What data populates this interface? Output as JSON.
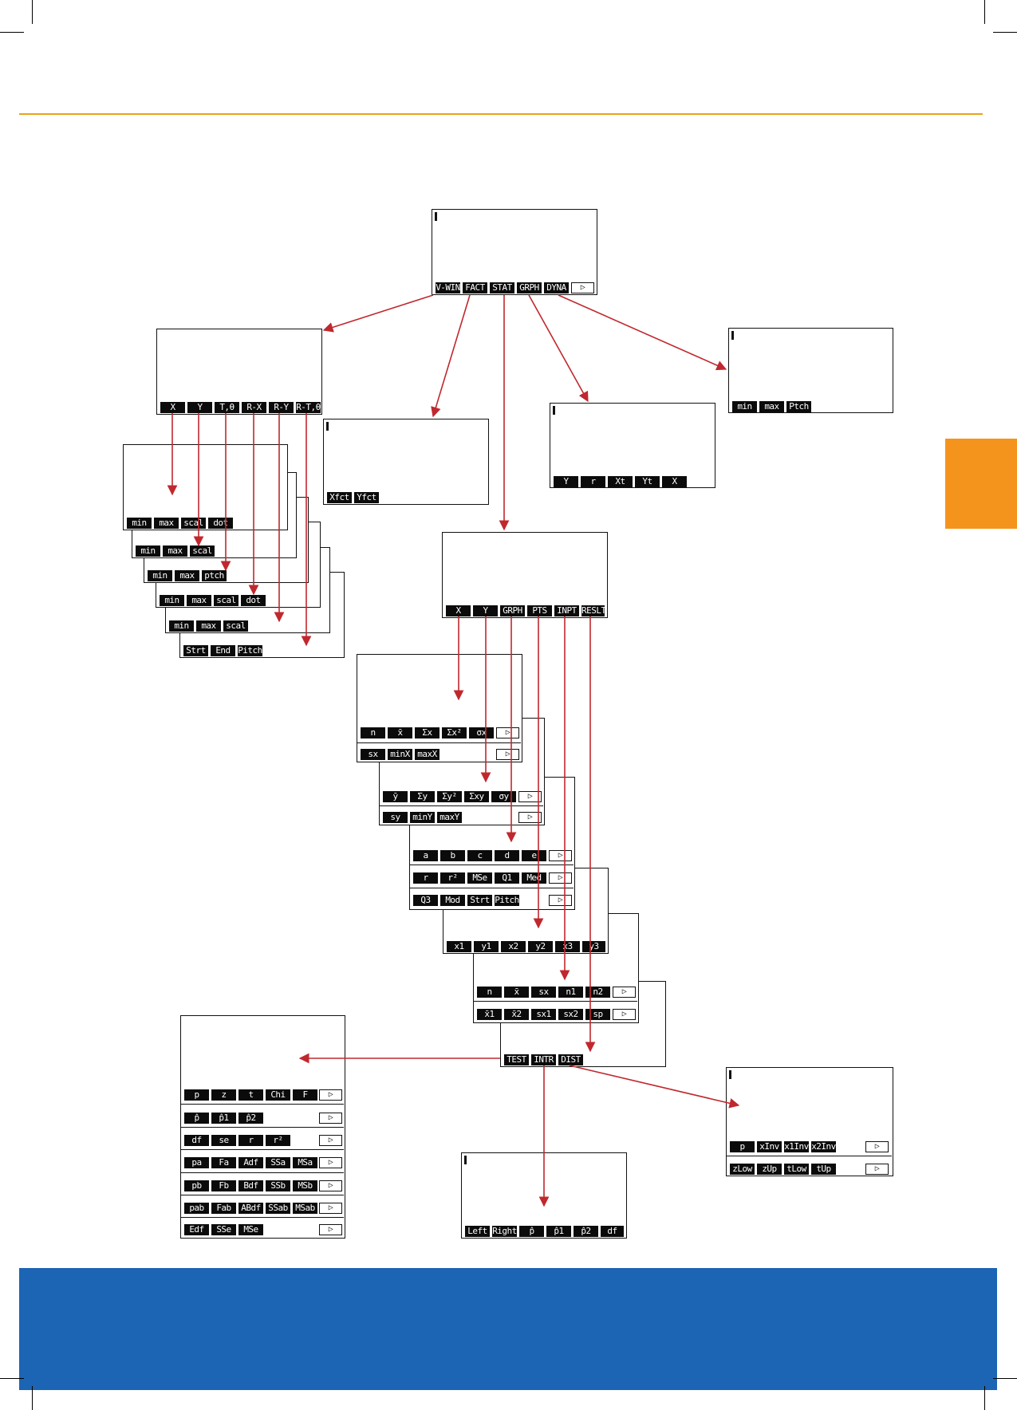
{
  "colors": {
    "accent_line": "#e8a317",
    "side_tab": "#f4941c",
    "footer": "#1c64b4",
    "arrow": "#c0282e"
  },
  "menus": {
    "main": [
      "V-WIN",
      "FACT",
      "STAT",
      "GRPH",
      "DYNA",
      "▷"
    ],
    "vwin": [
      "X",
      "Y",
      "T,θ",
      "R-X",
      "R-Y",
      "R-T,θ"
    ],
    "vwin_x": [
      "min",
      "max",
      "scal",
      "dot"
    ],
    "vwin_y": [
      "min",
      "max",
      "scal"
    ],
    "vwin_t": [
      "min",
      "max",
      "ptch"
    ],
    "vwin_rx": [
      "min",
      "max",
      "scal",
      "dot"
    ],
    "vwin_ry": [
      "min",
      "max",
      "scal"
    ],
    "vwin_rt": [
      "Strt",
      "End",
      "Pitch"
    ],
    "fact": [
      "Xfct",
      "Yfct"
    ],
    "grph": [
      "Y",
      "r",
      "Xt",
      "Yt",
      "X"
    ],
    "dyna": [
      "min",
      "max",
      "Ptch"
    ],
    "stat": [
      "X",
      "Y",
      "GRPH",
      "PTS",
      "INPT",
      "RESLT"
    ],
    "stat_x1": [
      "n",
      "x̄",
      "Σx",
      "Σx²",
      "σx",
      "▷"
    ],
    "stat_x2": [
      "sx",
      "minX",
      "maxX",
      "▷"
    ],
    "stat_y1": [
      "ȳ",
      "Σy",
      "Σy²",
      "Σxy",
      "σy",
      "▷"
    ],
    "stat_y2": [
      "sy",
      "minY",
      "maxY",
      "▷"
    ],
    "stat_g1": [
      "a",
      "b",
      "c",
      "d",
      "e",
      "▷"
    ],
    "stat_g2": [
      "r",
      "r²",
      "MSe",
      "Q1",
      "Med",
      "▷"
    ],
    "stat_g3": [
      "Q3",
      "Mod",
      "Strt",
      "Pitch",
      "▷"
    ],
    "stat_pts": [
      "x1",
      "y1",
      "x2",
      "y2",
      "x3",
      "y3"
    ],
    "stat_inpt1": [
      "n",
      "x̄",
      "sx",
      "n1",
      "n2",
      "▷"
    ],
    "stat_inpt2": [
      "x̄1",
      "x̄2",
      "sx1",
      "sx2",
      "sp",
      "▷"
    ],
    "reslt": [
      "TEST",
      "INTR",
      "DIST"
    ],
    "test1": [
      "p",
      "z",
      "t",
      "Chi",
      "F",
      "▷"
    ],
    "test2": [
      "p̂",
      "p̂1",
      "p̂2",
      "▷"
    ],
    "test3": [
      "df",
      "se",
      "r",
      "r²",
      "▷"
    ],
    "test4": [
      "pa",
      "Fa",
      "Adf",
      "SSa",
      "MSa",
      "▷"
    ],
    "test5": [
      "pb",
      "Fb",
      "Bdf",
      "SSb",
      "MSb",
      "▷"
    ],
    "test6": [
      "pab",
      "Fab",
      "ABdf",
      "SSab",
      "MSab",
      "▷"
    ],
    "test7": [
      "Edf",
      "SSe",
      "MSe",
      "▷"
    ],
    "intr": [
      "Left",
      "Right",
      "p̂",
      "p̂1",
      "p̂2",
      "df"
    ],
    "dist1": [
      "p",
      "xInv",
      "x1Inv",
      "x2Inv",
      "▷"
    ],
    "dist2": [
      "zLow",
      "zUp",
      "tLow",
      "tUp",
      "▷"
    ]
  }
}
